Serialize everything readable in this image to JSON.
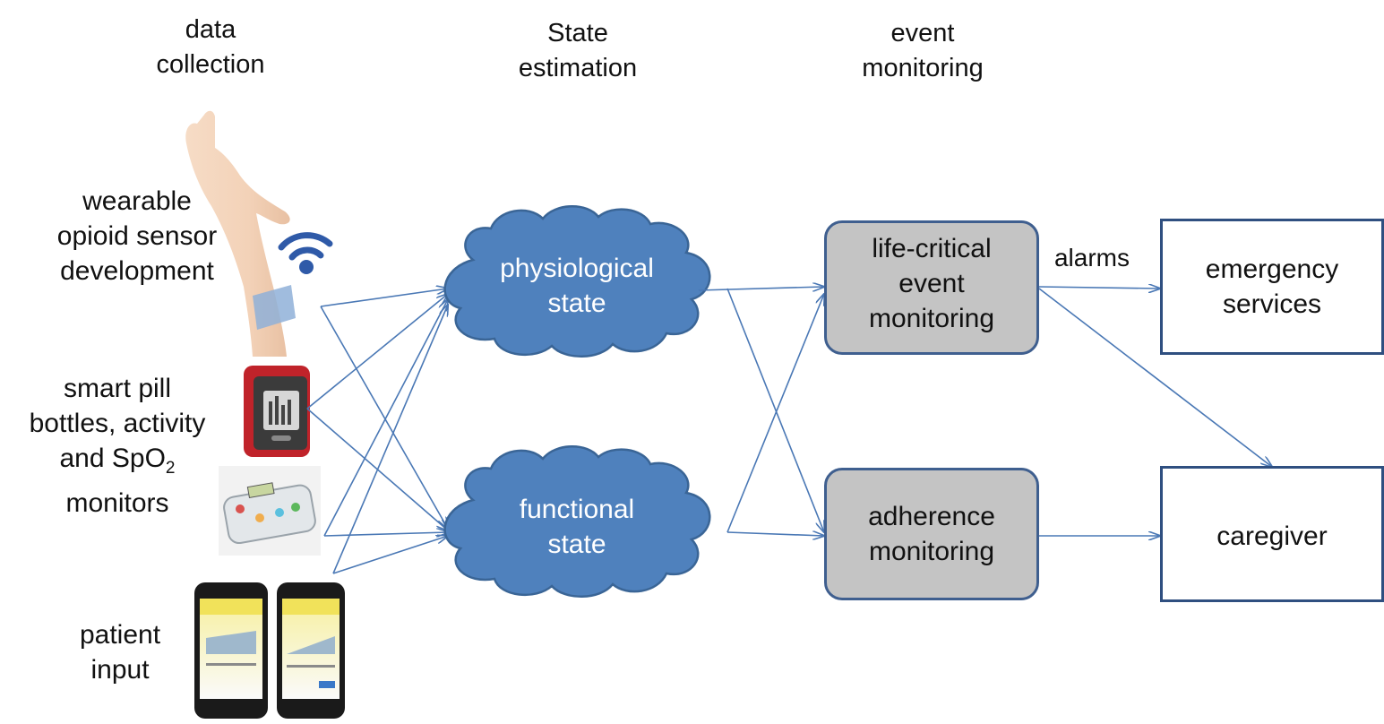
{
  "headers": {
    "data_collection": [
      "data",
      "collection"
    ],
    "state_estimation": [
      "State",
      "estimation"
    ],
    "event_monitoring": [
      "event",
      "monitoring"
    ]
  },
  "sources": {
    "wearable": [
      "wearable",
      "opioid sensor",
      "development"
    ],
    "smart_pill": [
      "smart pill",
      "bottles, activity"
    ],
    "smart_pill_spo2_prefix": "and SpO",
    "smart_pill_spo2_sub": "2",
    "smart_pill_last": "monitors",
    "patient_input": [
      "patient",
      "input"
    ]
  },
  "states": {
    "physiological": [
      "physiological",
      "state"
    ],
    "functional": [
      "functional",
      "state"
    ]
  },
  "monitors": {
    "life_critical": [
      "life-critical",
      "event",
      "monitoring"
    ],
    "adherence": [
      "adherence",
      "monitoring"
    ]
  },
  "alarms_label": "alarms",
  "outputs": {
    "emergency": [
      "emergency",
      "services"
    ],
    "caregiver": "caregiver"
  },
  "colors": {
    "cloud_fill": "#4f81bd",
    "cloud_stroke": "#3a6596",
    "arrow": "#4a78b5",
    "monitor_fill": "#c4c4c4",
    "box_stroke": "#2f4f80",
    "wifi_blue": "#2f5aa8"
  },
  "icons": [
    "hand-wrist-icon",
    "wifi-icon",
    "activity-watch-icon",
    "pill-dispenser-icon",
    "smartphone-icon"
  ]
}
